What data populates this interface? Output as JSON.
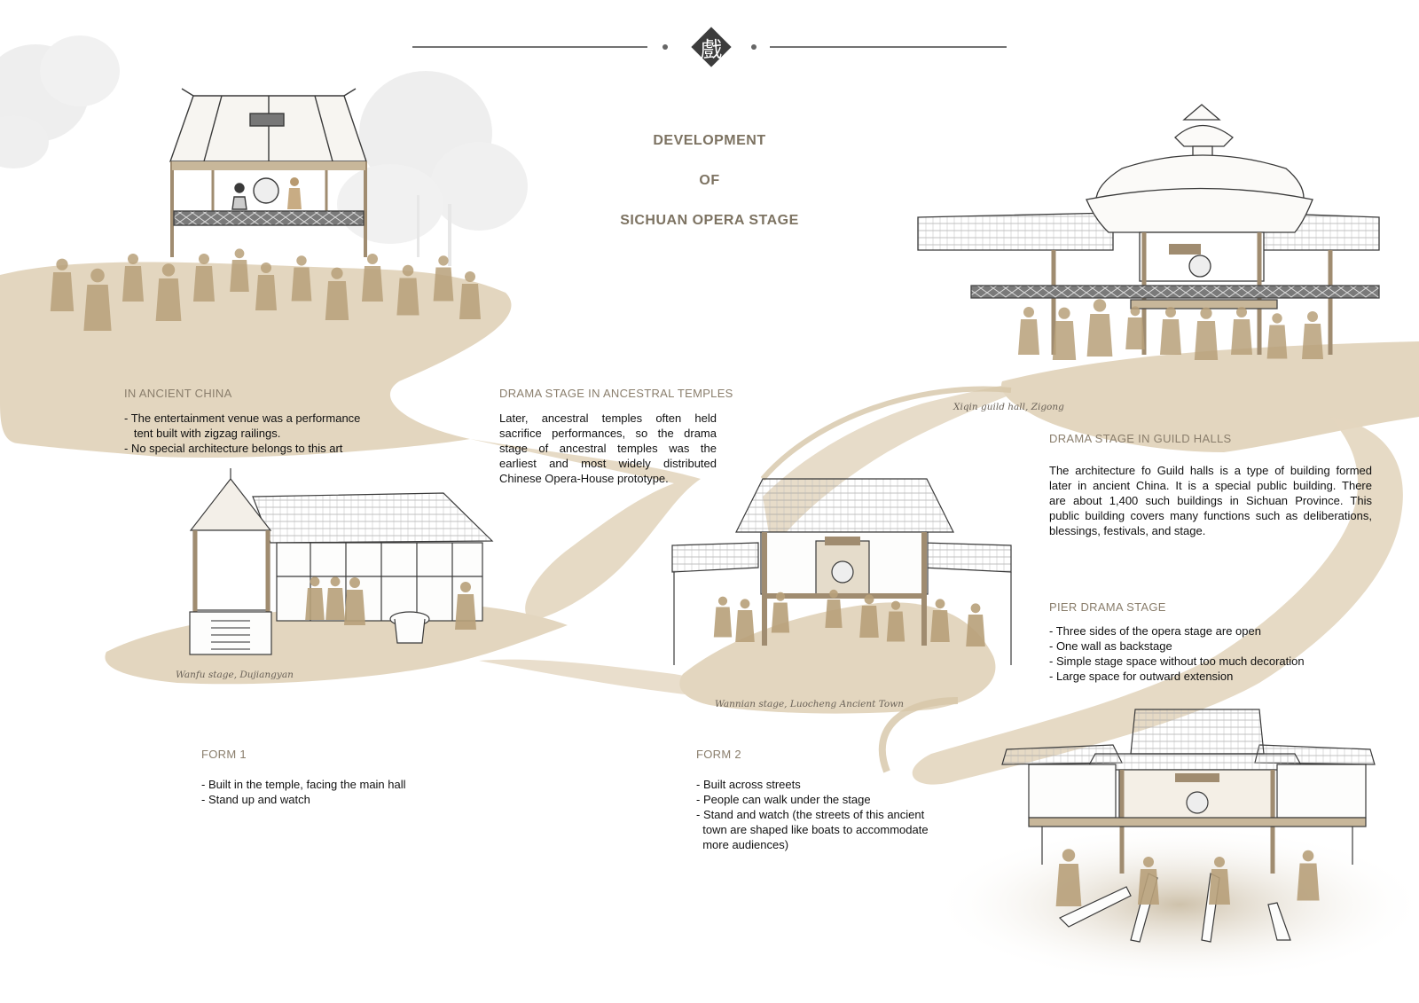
{
  "header": {
    "seal_char": "戲"
  },
  "title": {
    "line1": "DEVELOPMENT",
    "line2": "OF",
    "line3": "SICHUAN OPERA STAGE"
  },
  "sections": {
    "ancient_china": {
      "heading": "IN ANCIENT CHINA",
      "lines": [
        "- The entertainment venue was a performance",
        "   tent built with zigzag railings.",
        "- No special architecture belongs to this art"
      ]
    },
    "ancestral_temples": {
      "heading": "DRAMA STAGE IN ANCESTRAL TEMPLES",
      "lines": [
        "Later, ancestral temples often held",
        "sacrifice performances, so the drama",
        "stage of ancestral temples was the",
        "earliest and most widely distributed",
        "Chinese Opera-House prototype."
      ]
    },
    "guild_halls": {
      "heading": "DRAMA STAGE IN GUILD HALLS",
      "lines": [
        "The architecture fo Guild halls is a type of building formed",
        "later in ancient China. It is a special public building. There",
        "are about 1,400 such buildings in Sichuan Province. This",
        "public building covers many functions such as deliberations,",
        "blessings, festivals, and stage."
      ]
    },
    "pier": {
      "heading": "PIER DRAMA STAGE",
      "lines": [
        "- Three sides of the opera stage are open",
        "- One wall as backstage",
        "- Simple stage space without too much decoration",
        "- Large space for outward extension"
      ]
    },
    "form1": {
      "heading": "FORM 1",
      "lines": [
        "- Built in the temple, facing the main hall",
        "- Stand up and watch"
      ]
    },
    "form2": {
      "heading": "FORM 2",
      "lines": [
        "- Built across streets",
        "- People can walk under the stage",
        "- Stand and watch (the streets of this ancient",
        "  town are shaped like boats to accommodate",
        "  more audiences)"
      ]
    }
  },
  "captions": {
    "xiqin": "Xiqin guild hall, Zigong",
    "wanfu": "Wanfu stage, Dujiangyan",
    "wannian": "Wannian stage, Luocheng Ancient Town"
  },
  "colors": {
    "ground": "#e3d6bf",
    "ground_dark": "#d8c8ac",
    "wood": "#a08c70",
    "figure": "#b8a07a",
    "ink": "#3a3a3a",
    "heading": "#8a7e6c"
  }
}
